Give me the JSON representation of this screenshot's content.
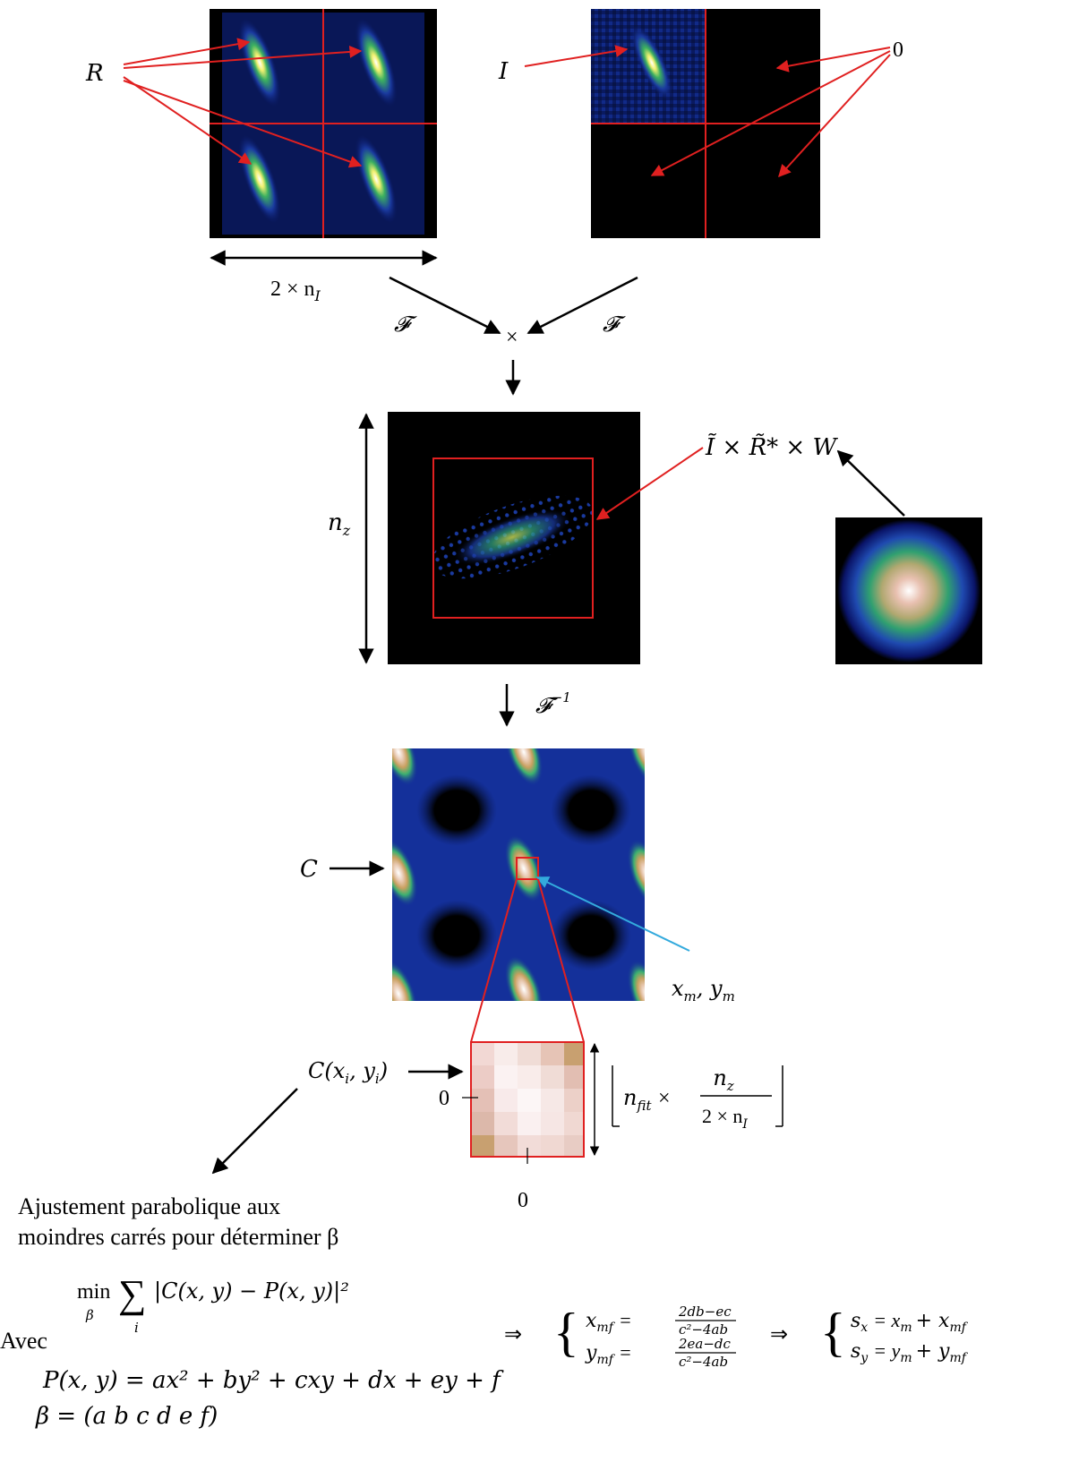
{
  "labels": {
    "R": "R",
    "I": "I",
    "zero_top": "0",
    "two_nI": "2 × n",
    "two_nI_sub": "I",
    "F_left": "𝓕",
    "F_right": "𝓕",
    "times": "×",
    "n_z": "n",
    "n_z_sub": "z",
    "W_formula": "Ĩ × R̃* × W",
    "F_inv": "𝓕",
    "F_inv_sup": "−1",
    "C": "C",
    "xm_ym": "x",
    "xm_sub": "m",
    "xm_sep": ",  y",
    "ym_sub": "m",
    "C_xy": "C(x",
    "C_xy_i": "i",
    "C_xy_mid": ", y",
    "C_xy_i2": "i",
    "C_xy_end": ")",
    "zero_left": "0",
    "zero_bottom": "0",
    "floor_nfit": "n",
    "floor_nfit_sub": "fit",
    "floor_times": "×",
    "floor_num": "n",
    "floor_num_sub": "z",
    "floor_den": "2 × n",
    "floor_den_sub": "I"
  },
  "text": {
    "fit_line1": "Ajustement parabolique aux",
    "fit_line2": "moindres carrés pour déterminer β",
    "min_expr": "min",
    "min_sub": "β",
    "sum": "∑",
    "sum_sub": "i",
    "min_body": "|C(x, y) − P(x, y)|²",
    "avec": "Avec",
    "P_def": "P(x, y) = ax² + by² + cxy + dx + ey + f",
    "beta_def": "β = (a   b   c   d   e   f)",
    "implies1": "⇒",
    "xmf": "x",
    "xmf_sub": "mf",
    "xmf_num": "2db−ec",
    "xmf_den": "c²−4ab",
    "ymf": "y",
    "ymf_sub": "mf",
    "ymf_num": "2ea−dc",
    "ymf_den": "c²−4ab",
    "implies2": "⇒",
    "sx": "s",
    "sx_sub": "x",
    "sx_rhs": "= x",
    "sx_m": "m",
    "sx_plus": "+ x",
    "sx_mf": "mf",
    "sy": "s",
    "sy_sub": "y",
    "sy_rhs": "= y",
    "sy_m": "m",
    "sy_plus": "+ y",
    "sy_mf": "mf"
  },
  "colors": {
    "arrow_red": "#e02020",
    "arrow_black": "#000000",
    "arrow_blue": "#33aadd",
    "image_bg": "#000000",
    "field_dark_blue": "#0a1a5a"
  }
}
